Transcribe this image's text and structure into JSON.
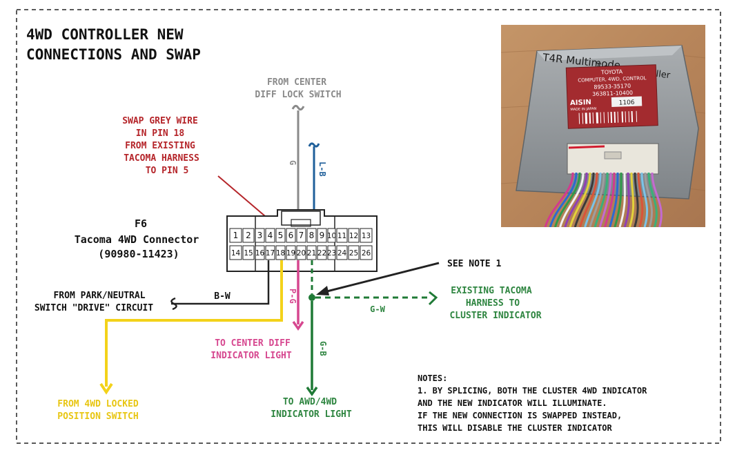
{
  "title": {
    "line1": "4WD CONTROLLER NEW",
    "line2": "CONNECTIONS AND SWAP"
  },
  "connector": {
    "id": "F6",
    "name": "Tacoma 4WD Connector",
    "part_number": "(90980-11423)",
    "pins_row1": [
      "1",
      "2",
      "3",
      "4",
      "5",
      "6",
      "7",
      "8",
      "9",
      "10",
      "11",
      "12",
      "13"
    ],
    "pins_row2": [
      "14",
      "15",
      "16",
      "17",
      "18",
      "19",
      "20",
      "21",
      "22",
      "23",
      "24",
      "25",
      "26"
    ]
  },
  "labels": {
    "from_center_1": "FROM CENTER",
    "from_center_2": "DIFF LOCK SWITCH",
    "swap_1": "SWAP GREY WIRE",
    "swap_2": "IN PIN 18",
    "swap_3": "FROM EXISTING",
    "swap_4": "TACOMA HARNESS",
    "swap_5": "TO PIN 5",
    "see_note": "SEE NOTE 1",
    "existing_1": "EXISTING TACOMA",
    "existing_2": "HARNESS TO",
    "existing_3": "CLUSTER INDICATOR",
    "park_1": "FROM PARK/NEUTRAL",
    "park_2": "SWITCH \"DRIVE\" CIRCUIT",
    "center_ind_1": "TO CENTER DIFF",
    "center_ind_2": "INDICATOR LIGHT",
    "locked_1": "FROM 4WD LOCKED",
    "locked_2": "POSITION SWITCH",
    "awd_1": "TO AWD/4WD",
    "awd_2": "INDICATOR LIGHT"
  },
  "wires": {
    "g": "G",
    "lb": "L-B",
    "bw": "B-W",
    "pg": "P-G",
    "gw": "G-W",
    "gb": "G-B"
  },
  "notes": {
    "heading": "NOTES:",
    "line1": "1. BY SPLICING, BOTH THE CLUSTER 4WD INDICATOR",
    "line2": "AND THE NEW INDICATOR WILL ILLUMINATE.",
    "line3": "IF THE NEW CONNECTION IS SWAPPED INSTEAD,",
    "line4": "THIS WILL DISABLE THE CLUSTER INDICATOR"
  },
  "photo": {
    "handwriting_1": "T4R Multimode",
    "handwriting_2": "T-case Controller",
    "label_brand": "TOYOTA",
    "label_desc": "COMPUTER, 4WD, CONTROL",
    "label_part": "89533-35170",
    "label_serial": "363811-10400",
    "label_maker": "AISIN",
    "label_code": "1106",
    "label_origin": "MADE IN JAPAN"
  },
  "colors": {
    "title": "#111111",
    "red_note": "#b5252a",
    "grey_wire": "#8a8a8a",
    "blue_wire": "#1f5f9a",
    "black_wire": "#222222",
    "yellow_wire": "#f3d21a",
    "pink_wire": "#d6478f",
    "green_wire": "#1f7a36",
    "yellow_text": "#e8c613",
    "pink_text": "#d6478f",
    "green_text": "#2e8540"
  }
}
